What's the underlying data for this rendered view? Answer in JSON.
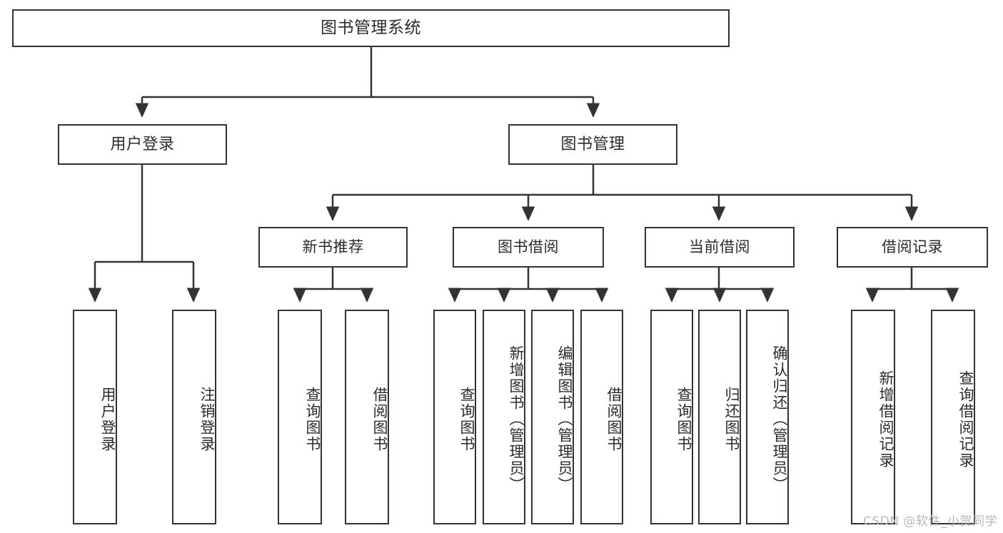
{
  "diagram": {
    "title": "图书管理系统",
    "type": "hierarchy-tree",
    "colors": {
      "box_stroke": "#333333",
      "box_fill": "#ffffff",
      "text": "#2b2b2b",
      "edge": "#333333",
      "watermark": "#b8b8b8",
      "background": "#ffffff"
    },
    "root": {
      "label": "图书管理系统"
    },
    "level1": [
      {
        "label": "用户登录"
      },
      {
        "label": "图书管理"
      }
    ],
    "level2": [
      {
        "label": "新书推荐"
      },
      {
        "label": "图书借阅"
      },
      {
        "label": "当前借阅"
      },
      {
        "label": "借阅记录"
      }
    ],
    "leaves": {
      "user_login": [
        {
          "label": "用户登录"
        },
        {
          "label": "注销登录"
        }
      ],
      "new_book_recommend": [
        {
          "label": "查询图书"
        },
        {
          "label": "借阅图书"
        }
      ],
      "book_borrow": [
        {
          "label": "查询图书"
        },
        {
          "label": "新增图书（管理员）"
        },
        {
          "label": "编辑图书（管理员）"
        },
        {
          "label": "借阅图书"
        }
      ],
      "current_borrow": [
        {
          "label": "查询图书"
        },
        {
          "label": "归还图书"
        },
        {
          "label": "确认归还（管理员）"
        }
      ],
      "borrow_record": [
        {
          "label": "新增借阅记录"
        },
        {
          "label": "查询借阅记录"
        }
      ]
    }
  },
  "watermark": {
    "text": "CSDN @软件_小贺同学"
  }
}
